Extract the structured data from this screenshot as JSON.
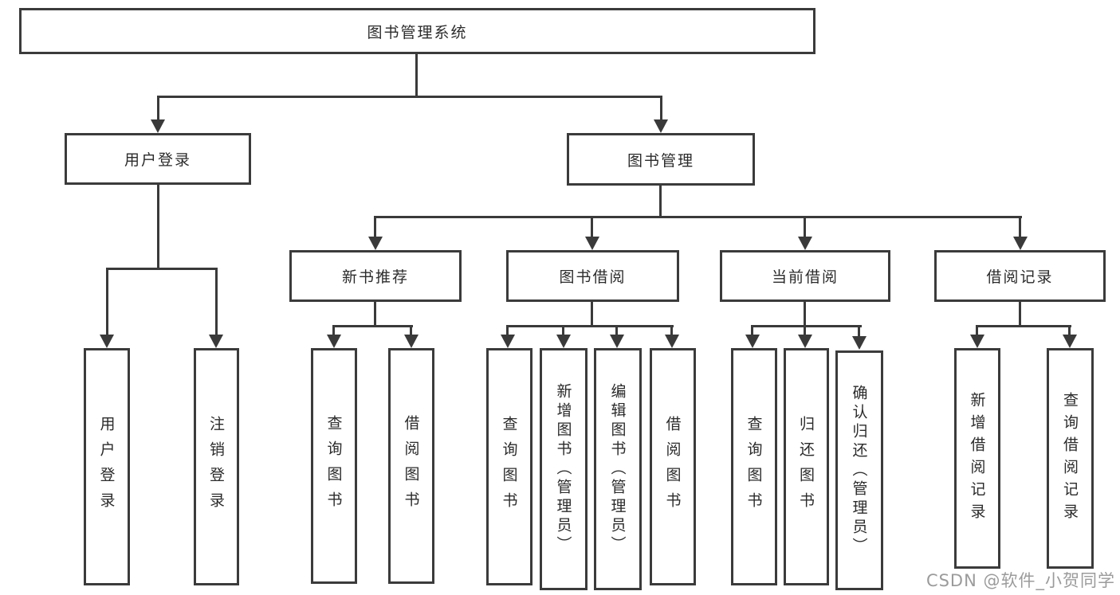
{
  "diagram": {
    "root": {
      "label": "图书管理系统"
    },
    "branches": [
      {
        "label": "用户登录",
        "children": [
          {
            "label": "用户登录"
          },
          {
            "label": "注销登录"
          }
        ]
      },
      {
        "label": "图书管理",
        "children": [
          {
            "label": "新书推荐",
            "children": [
              {
                "label": "查询图书"
              },
              {
                "label": "借阅图书"
              }
            ]
          },
          {
            "label": "图书借阅",
            "children": [
              {
                "label": "查询图书"
              },
              {
                "label": "新增图书（管理员）"
              },
              {
                "label": "编辑图书（管理员）"
              },
              {
                "label": "借阅图书"
              }
            ]
          },
          {
            "label": "当前借阅",
            "children": [
              {
                "label": "查询图书"
              },
              {
                "label": "归还图书"
              },
              {
                "label": "确认归还（管理员）"
              }
            ]
          },
          {
            "label": "借阅记录",
            "children": [
              {
                "label": "新增借阅记录"
              },
              {
                "label": "查询借阅记录"
              }
            ]
          }
        ]
      }
    ]
  },
  "watermark": {
    "text": "CSDN @软件_小贺同学"
  },
  "colors": {
    "line": "#3a3a3a",
    "border": "#3b3b3b",
    "text": "#2b2b2b",
    "watermark": "#9b9b9b",
    "background": "#ffffff"
  }
}
